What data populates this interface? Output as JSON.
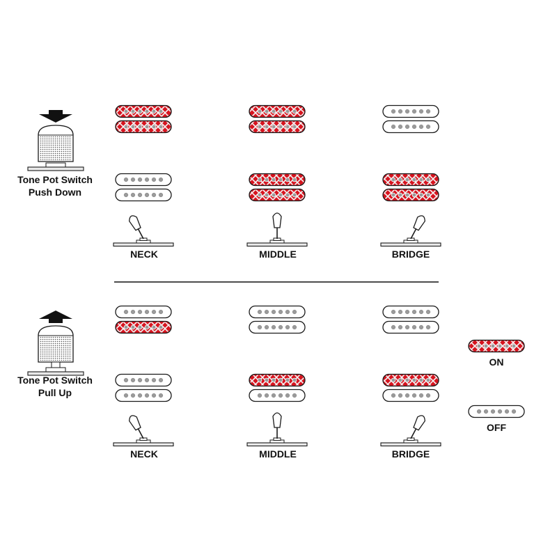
{
  "colors": {
    "on_fill": "#d7141f",
    "off_fill": "#ffffff",
    "outline": "#1a1a1a",
    "pole": "#9a9a9a",
    "lattice": "#f2f2f2",
    "base_plate": "#e9e9e9"
  },
  "sections": [
    {
      "switch_label_line1": "Tone Pot Switch",
      "switch_label_line2": "Push Down",
      "switch_state": "push-down",
      "arrow_direction": "down",
      "positions": [
        {
          "label": "NECK",
          "lever": "left",
          "neck_pickup": [
            "on",
            "on"
          ],
          "bridge_pickup": [
            "off",
            "off"
          ]
        },
        {
          "label": "MIDDLE",
          "lever": "center",
          "neck_pickup": [
            "on",
            "on"
          ],
          "bridge_pickup": [
            "on",
            "on"
          ]
        },
        {
          "label": "BRIDGE",
          "lever": "right",
          "neck_pickup": [
            "off",
            "off"
          ],
          "bridge_pickup": [
            "on",
            "on"
          ]
        }
      ]
    },
    {
      "switch_label_line1": "Tone Pot Switch",
      "switch_label_line2": "Pull Up",
      "switch_state": "pull-up",
      "arrow_direction": "up",
      "positions": [
        {
          "label": "NECK",
          "lever": "left",
          "neck_pickup": [
            "off",
            "on"
          ],
          "bridge_pickup": [
            "off",
            "off"
          ]
        },
        {
          "label": "MIDDLE",
          "lever": "center",
          "neck_pickup": [
            "off",
            "off"
          ],
          "bridge_pickup": [
            "on",
            "off"
          ]
        },
        {
          "label": "BRIDGE",
          "lever": "right",
          "neck_pickup": [
            "off",
            "off"
          ],
          "bridge_pickup": [
            "on",
            "off"
          ]
        }
      ]
    }
  ],
  "legend": {
    "on_label": "ON",
    "off_label": "OFF"
  }
}
